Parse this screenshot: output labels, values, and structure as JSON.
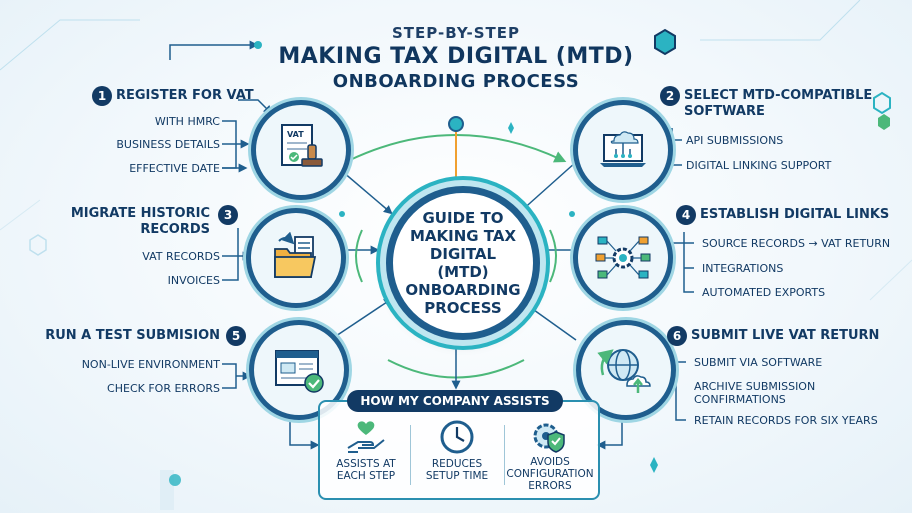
{
  "title": {
    "line1": "STEP-BY-STEP",
    "line2": "MAKING TAX DIGITAL (MTD)",
    "line3": "ONBOARDING PROCESS"
  },
  "hub": {
    "text": "GUIDE TO MAKING TAX DIGITAL (MTD) ONBOARDING PROCESS"
  },
  "steps": [
    {
      "number": "1",
      "title": "REGISTER FOR VAT",
      "icon": "vat-document-stamp-icon",
      "items": [
        "WITH HMRC",
        "BUSINESS DETAILS",
        "EFFECTIVE DATE"
      ]
    },
    {
      "number": "2",
      "title_line1": "SELECT MTD-COMPATIBLE",
      "title_line2": "SOFTWARE",
      "icon": "laptop-cloud-icon",
      "items": [
        "API SUBMISSIONS",
        "DIGITAL LINKING SUPPORT"
      ]
    },
    {
      "number": "3",
      "title_line1": "MIGRATE HISTORIC",
      "title_line2": "RECORDS",
      "icon": "folder-documents-icon",
      "items": [
        "VAT RECORDS",
        "INVOICES"
      ]
    },
    {
      "number": "4",
      "title": "ESTABLISH DIGITAL LINKS",
      "icon": "gear-network-icon",
      "items": [
        "SOURCE RECORDS → VAT RETURN",
        "INTEGRATIONS",
        "AUTOMATED EXPORTS"
      ]
    },
    {
      "number": "5",
      "title": "RUN A TEST SUBMISION",
      "icon": "browser-check-icon",
      "items": [
        "NON-LIVE ENVIRONMENT",
        "CHECK FOR ERRORS"
      ]
    },
    {
      "number": "6",
      "title": "SUBMIT LIVE VAT RETURN",
      "icon": "globe-upload-icon",
      "items": [
        "SUBMIT VIA SOFTWARE",
        "ARCHIVE SUBMISSION",
        "CONFIRMATIONS",
        "RETAIN RECORDS FOR SIX YEARS"
      ]
    }
  ],
  "vat_icon_text": "VAT",
  "assists": {
    "header": "HOW MY COMPANY ASSISTS",
    "items": [
      {
        "line1": "ASSISTS AT",
        "line2": "EACH STEP",
        "icon": "hand-heart-icon"
      },
      {
        "line1": "REDUCES",
        "line2": "SETUP TIME",
        "icon": "clock-icon"
      },
      {
        "line1": "AVOIDS",
        "line2": "CONFIGURATION",
        "line3": "ERRORS",
        "icon": "gear-shield-icon"
      }
    ]
  },
  "colors": {
    "navy": "#123a64",
    "teal": "#2bb3c2",
    "green": "#4cb87a",
    "orange": "#f0a030"
  }
}
